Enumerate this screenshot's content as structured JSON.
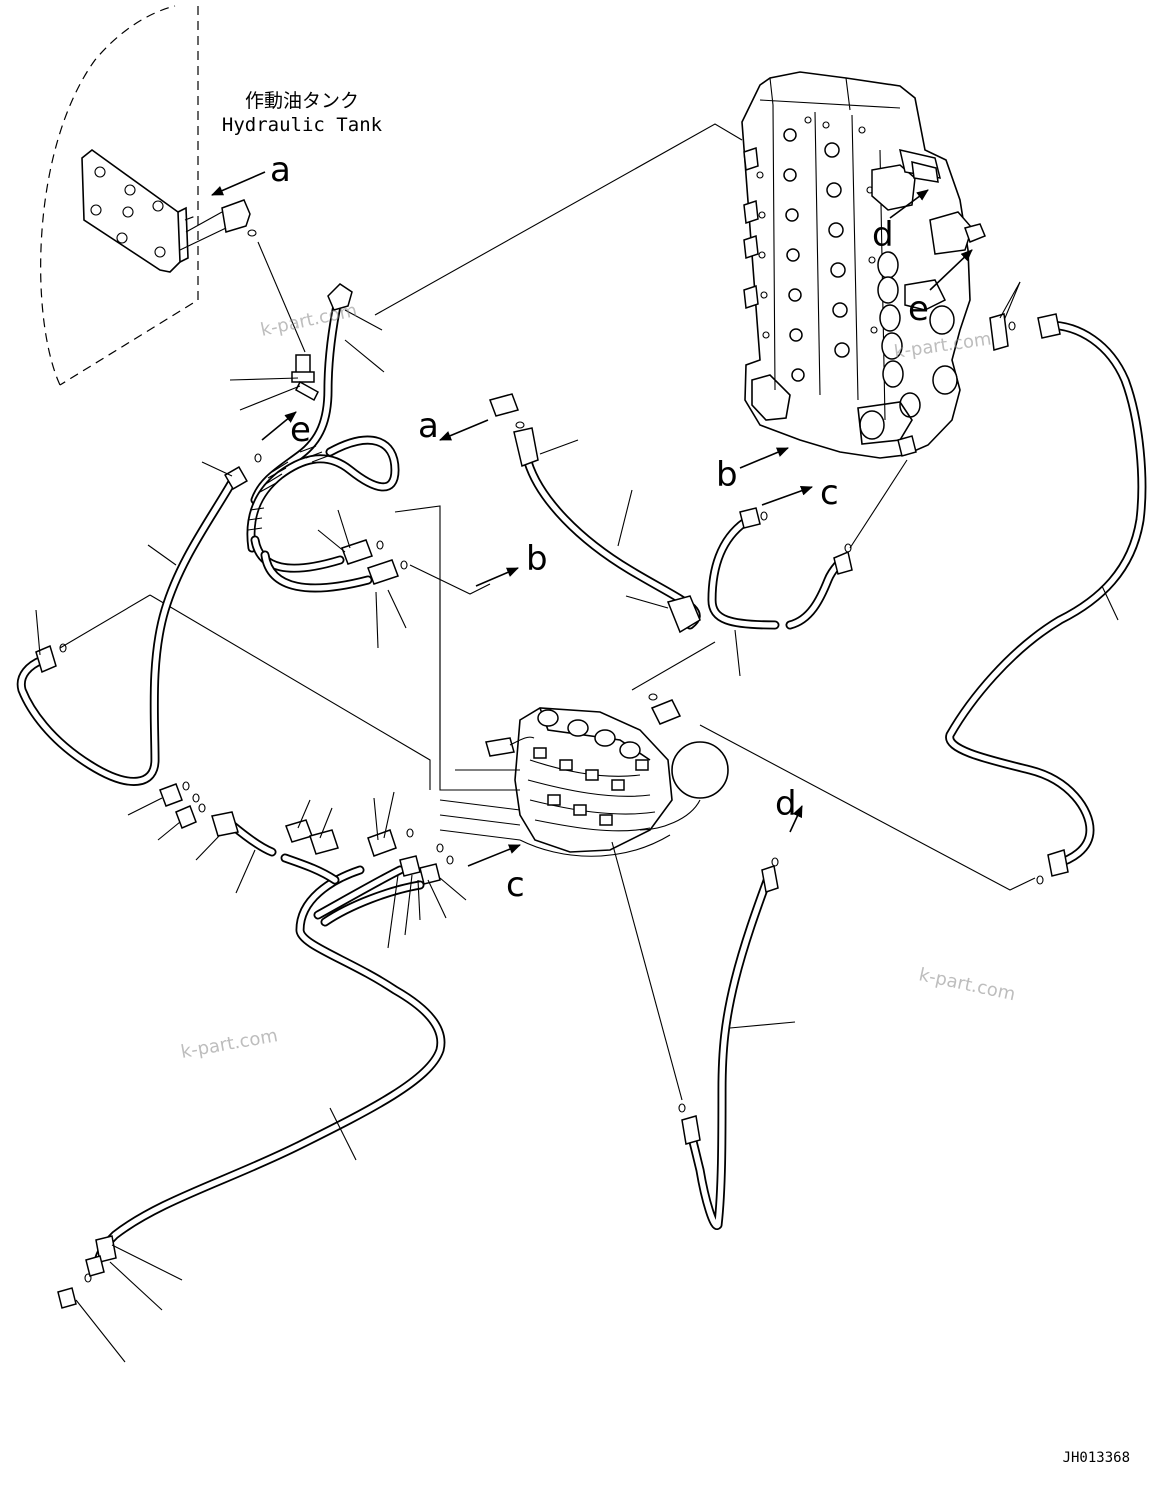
{
  "tank_label": {
    "jp": "作動油タンク",
    "en": "Hydraulic Tank"
  },
  "callouts": {
    "a_tank": "a",
    "a_mid": "a",
    "b_valve": "b",
    "b_mid": "b",
    "c_upper": "c",
    "c_lower": "c",
    "d_valve": "d",
    "d_lower": "d",
    "e_valve": "e",
    "e_left": "e"
  },
  "watermarks": {
    "wm1": "k-part.com",
    "wm2": "k-part.com",
    "wm3": "k-part.com",
    "wm4": "k-part.com"
  },
  "drawing_number": "JH013368"
}
